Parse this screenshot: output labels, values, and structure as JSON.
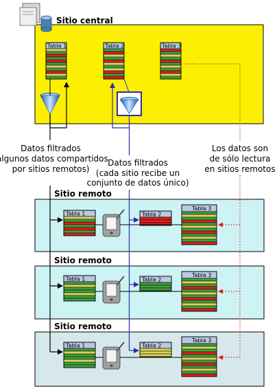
{
  "central": {
    "title": "Sitio central"
  },
  "remote": {
    "title": "Sitio remoto"
  },
  "tables": {
    "t1": "Tabla 1",
    "t2": "Tabla 2",
    "t3": "Tabla 3"
  },
  "captions": {
    "filtered_shared": [
      "Datos filtrados",
      "(algunos datos compartidos",
      "por sitios remotos)"
    ],
    "filtered_unique": [
      "Datos filtrados",
      "(cada sitio recibe un",
      "conjunto de datos único)"
    ],
    "readonly": [
      "Los datos son",
      "de sólo lectura",
      "en sitios remotos"
    ]
  },
  "colors": {
    "central_bg": "#fcf000",
    "remote_bg": "#cdf3f5",
    "remote_bg_last": "#d6e8ec",
    "row_red": "#dc2020",
    "row_green": "#3f9f3f",
    "row_yellow": "#d8d25a",
    "table_header": "#b8c8e0",
    "blue_line": "#2d2fa8",
    "red_dotted": "#e02020"
  },
  "icons": [
    "server-database-icon",
    "filter-funnel-icon",
    "pda-device-icon"
  ]
}
